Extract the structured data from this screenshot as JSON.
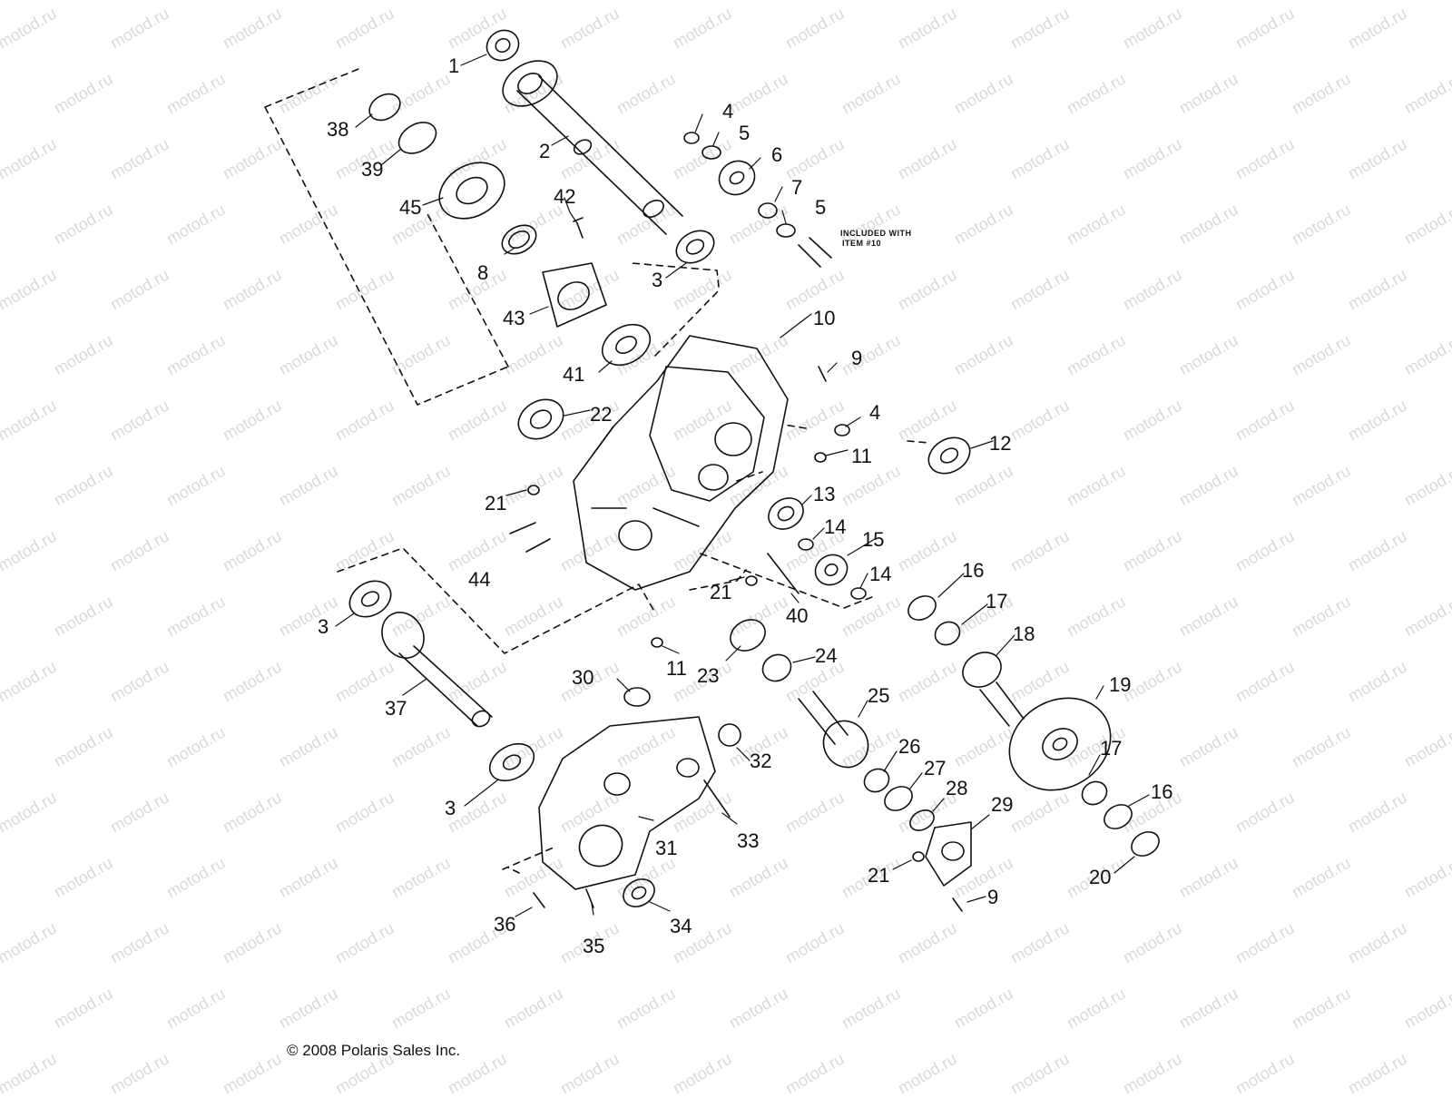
{
  "watermark": "motod.ru",
  "copyright": "© 2008 Polaris Sales Inc.",
  "note": [
    "INCLUDED WITH",
    "ITEM #10"
  ],
  "callouts": [
    "1",
    "2",
    "3",
    "4",
    "5",
    "6",
    "7",
    "5",
    "38",
    "39",
    "45",
    "42",
    "8",
    "3",
    "43",
    "10",
    "41",
    "9",
    "22",
    "4",
    "11",
    "12",
    "21",
    "13",
    "14",
    "15",
    "44",
    "14",
    "16",
    "17",
    "21",
    "40",
    "18",
    "3",
    "11",
    "23",
    "24",
    "30",
    "37",
    "19",
    "25",
    "32",
    "26",
    "27",
    "17",
    "28",
    "29",
    "16",
    "3",
    "31",
    "33",
    "21",
    "9",
    "20",
    "36",
    "35",
    "34"
  ]
}
